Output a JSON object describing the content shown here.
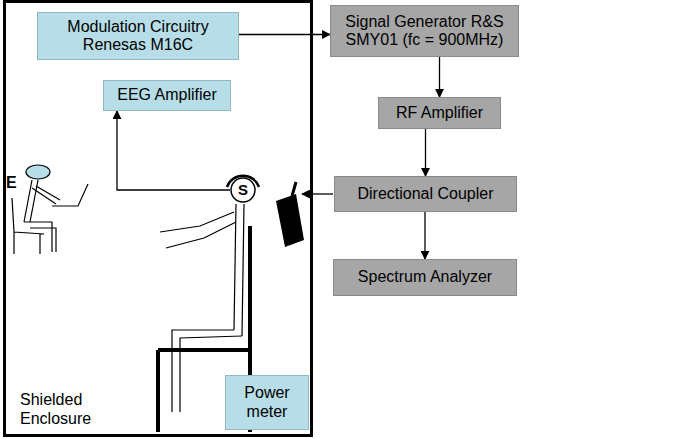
{
  "diagram": {
    "nodes": [
      {
        "text": [
          "Shielded Enclosure"
        ]
      },
      {
        "text": [
          "Modulation Circuitry Renesas M16C"
        ],
        "in": 0
      },
      {
        "text": [
          "Signal Generator R&S SMY01 (fc = 900MHz)"
        ]
      },
      {
        "text": [
          "EEG Amplifier"
        ],
        "in": 0
      },
      {
        "text": [
          "RF Amplifier"
        ]
      },
      {
        "text": [
          "S"
        ],
        "in": 0
      },
      {
        "text": [
          "Directional Coupler"
        ]
      },
      {
        "text": [
          "Spectrum Analyzer"
        ]
      },
      {
        "text": [
          "Power meter"
        ],
        "in": 0
      }
    ],
    "edges": [
      {
        "from": 1,
        "to": 2,
        "arrow": "to"
      },
      {
        "from": 2,
        "to": 4,
        "arrow": "to"
      },
      {
        "from": 4,
        "to": 6,
        "arrow": "to"
      },
      {
        "from": 6,
        "to": 7,
        "arrow": "to"
      },
      {
        "from": 5,
        "to": 3,
        "arrow": "to"
      }
    ],
    "labels": [
      "E"
    ]
  }
}
